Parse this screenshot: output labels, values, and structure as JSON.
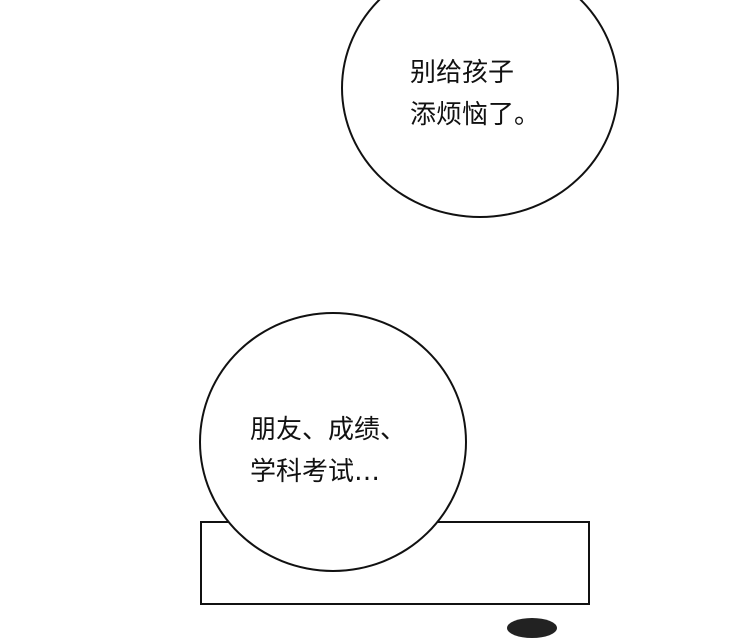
{
  "bubbles": [
    {
      "lines": [
        "别给孩子",
        "添烦恼了。"
      ]
    },
    {
      "lines": [
        "朋友、成绩、",
        "学科考试…"
      ]
    }
  ]
}
